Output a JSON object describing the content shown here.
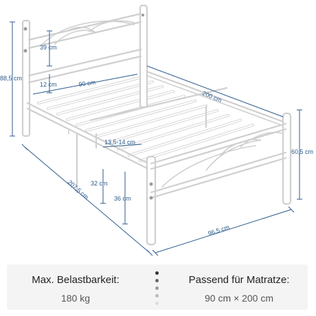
{
  "dimensions": {
    "total_height": "88,5 cm",
    "headboard_section": "39 cm",
    "gap_section": "12 cm",
    "width": "90 cm",
    "length": "200 cm",
    "slat_gap": "13,5-14 cm",
    "footboard_height": "60,5 cm",
    "under_bed_height_1": "32 cm",
    "under_bed_height_2": "36 cm",
    "total_length": "207,5 cm",
    "total_width": "96,5 cm"
  },
  "info": {
    "load_label": "Max. Belastbarkeit:",
    "load_value": "180 kg",
    "mattress_label": "Passend für Matratze:",
    "mattress_value": "90 cm × 200 cm"
  },
  "colors": {
    "dimension": "#2b5a8c",
    "frame": "#cfcfcf",
    "panel_bg": "#f4f4f4"
  }
}
